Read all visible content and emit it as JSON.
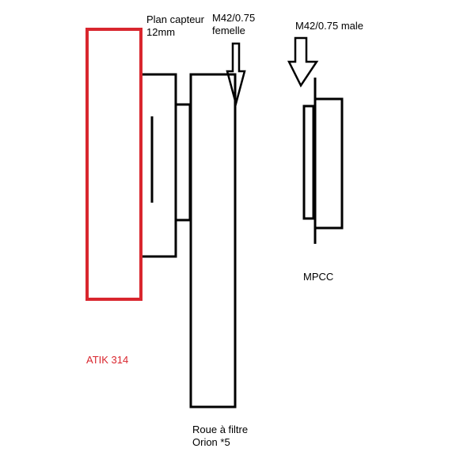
{
  "labels": {
    "sensor_plane": [
      "Plan capteur",
      "12mm"
    ],
    "female_thread": [
      "M42/0.75",
      "femelle"
    ],
    "male_thread": "M42/0.75 male",
    "corrector": "MPCC",
    "camera": "ATIK 314",
    "filter_wheel": [
      "Roue à filtre",
      "Orion *5"
    ]
  },
  "colors": {
    "camera_outline": "#d9262e",
    "camera_label": "#d9262e",
    "line": "#000000",
    "background": "#ffffff"
  },
  "icons": {
    "female_arrow": "down-arrow-icon",
    "male_arrow": "down-arrow-icon"
  }
}
